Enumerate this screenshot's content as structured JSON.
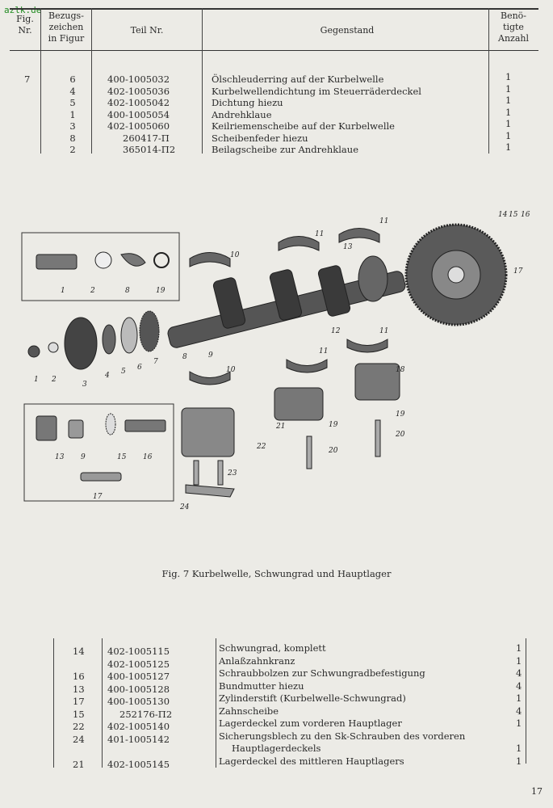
{
  "watermark": "azlk.de",
  "header": {
    "fig": "Fig. Nr.",
    "bezug": "Bezugs- zeichen in Figur",
    "teil": "Teil Nr.",
    "gegenstand": "Gegenstand",
    "anzahl": "Benö- tigte Anzahl"
  },
  "table1": {
    "fig": "7",
    "rows": [
      {
        "ref": "6",
        "part": "400-1005032",
        "desc": "Ölschleuderring auf der Kurbelwelle",
        "qty": "1"
      },
      {
        "ref": "4",
        "part": "402-1005036",
        "desc": "Kurbelwellendichtung im Steuerräderdeckel",
        "qty": "1"
      },
      {
        "ref": "5",
        "part": "402-1005042",
        "desc": "Dichtung hiezu",
        "qty": "1"
      },
      {
        "ref": "1",
        "part": "400-1005054",
        "desc": "Andrehklaue",
        "qty": "1"
      },
      {
        "ref": "3",
        "part": "402-1005060",
        "desc": "Keilriemenscheibe auf der Kurbelwelle",
        "qty": "1"
      },
      {
        "ref": "8",
        "part": "260417-П",
        "desc": "Scheibenfeder hiezu",
        "qty": "1"
      },
      {
        "ref": "2",
        "part": "365014-П2",
        "desc": "Beilagscheibe zur Andrehklaue",
        "qty": "1"
      }
    ]
  },
  "figure": {
    "caption": "Fig. 7 Kurbelwelle, Schwungrad und Hauptlager",
    "callouts": [
      "1",
      "2",
      "8",
      "19",
      "10",
      "11",
      "11",
      "13",
      "14",
      "15",
      "16",
      "17",
      "12",
      "11",
      "11",
      "1",
      "2",
      "3",
      "4",
      "5",
      "6",
      "7",
      "8",
      "9",
      "10",
      "18",
      "19",
      "20",
      "21",
      "22",
      "23",
      "24",
      "13",
      "9",
      "15",
      "16",
      "17",
      "19",
      "20"
    ]
  },
  "table2": {
    "rows": [
      {
        "ref": "14",
        "part": "402-1005115",
        "desc": "Schwungrad, komplett",
        "qty": "1"
      },
      {
        "ref": "",
        "part": "402-1005125",
        "desc": "Anlaßzahnkranz",
        "qty": "1"
      },
      {
        "ref": "16",
        "part": "400-1005127",
        "desc": "Schraubbolzen zur Schwungradbefestigung",
        "qty": "4"
      },
      {
        "ref": "13",
        "part": "400-1005128",
        "desc": "Bundmutter hiezu",
        "qty": "4"
      },
      {
        "ref": "17",
        "part": "400-1005130",
        "desc": "Zylinderstift (Kurbelwelle-Schwungrad)",
        "qty": "1"
      },
      {
        "ref": "15",
        "part": "252176-П2",
        "desc": "Zahnscheibe",
        "qty": "4"
      },
      {
        "ref": "22",
        "part": "402-1005140",
        "desc": "Lagerdeckel zum vorderen Hauptlager",
        "qty": "1"
      },
      {
        "ref": "24",
        "part": "401-1005142",
        "desc": "Sicherungsblech zu den Sk-Schrauben des vorderen",
        "desc2": "Hauptlagerdeckels",
        "qty": "1"
      },
      {
        "ref": "21",
        "part": "402-1005145",
        "desc": "Lagerdeckel des mittleren Hauptlagers",
        "qty": "1"
      }
    ]
  },
  "page_number": "17"
}
